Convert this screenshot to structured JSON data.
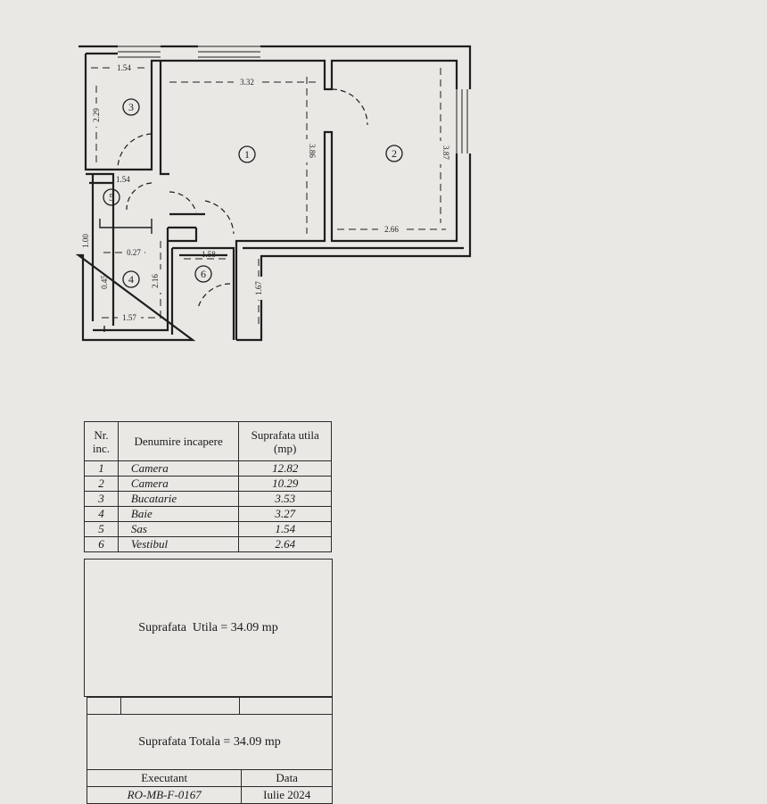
{
  "plan": {
    "rooms": [
      {
        "number": "1"
      },
      {
        "number": "2"
      },
      {
        "number": "3"
      },
      {
        "number": "4"
      },
      {
        "number": "5"
      },
      {
        "number": "6"
      }
    ],
    "dimensions": {
      "d1_width": "3.32",
      "d1_height": "3.86",
      "d2_width": "2.66",
      "d2_height": "3.87",
      "d3_width": "1.54",
      "d3_height": "2.29",
      "d5_width": "1.54",
      "d5_height": "1.00",
      "d4_step": "0.27",
      "d4_left": "0.45",
      "d4_height": "2.16",
      "d4_width": "1.57",
      "d6_width": "1.58",
      "d6_height": "1.67"
    }
  },
  "table": {
    "headers": {
      "nr": "Nr. inc.",
      "name": "Denumire incapere",
      "area": "Suprafata utila (mp)"
    },
    "rows": [
      {
        "nr": "1",
        "name": "Camera",
        "area": "12.82"
      },
      {
        "nr": "2",
        "name": "Camera",
        "area": "10.29"
      },
      {
        "nr": "3",
        "name": "Bucatarie",
        "area": "3.53"
      },
      {
        "nr": "4",
        "name": "Baie",
        "area": "3.27"
      },
      {
        "nr": "5",
        "name": "Sas",
        "area": "1.54"
      },
      {
        "nr": "6",
        "name": "Vestibul",
        "area": "2.64"
      }
    ],
    "useful_area": "Suprafata  Utila = 34.09 mp",
    "total_area": "Suprafata Totala = 34.09 mp",
    "footer": {
      "executant_label": "Executant",
      "date_label": "Data",
      "executant_value": "RO-MB-F-0167",
      "date_value": "Iulie 2024"
    }
  }
}
